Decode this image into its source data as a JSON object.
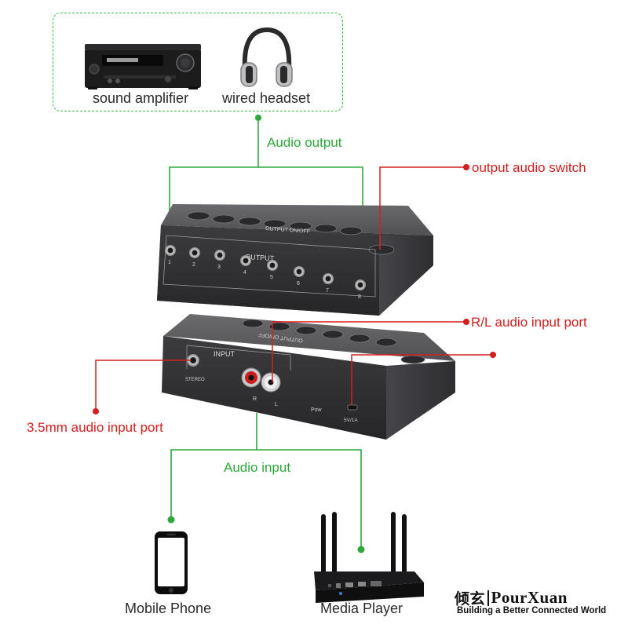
{
  "output_devices": {
    "amplifier_label": "sound amplifier",
    "headset_label": "wired headset"
  },
  "labels": {
    "audio_output": "Audio output",
    "audio_input": "Audio input",
    "output_audio_switch": "output audio switch",
    "rl_input_port": "R/L audio input port",
    "mm_input_port": "3.5mm audio input port"
  },
  "device_top": {
    "panel_label": "OUTPUT",
    "switch_label": "OUTPUT ON/OFF",
    "port_numbers": [
      "1",
      "2",
      "3",
      "4",
      "5",
      "6",
      "7",
      "8"
    ]
  },
  "device_bottom": {
    "panel_label": "INPUT",
    "stereo_label": "STEREO",
    "r_label": "R",
    "l_label": "L",
    "pow_label": "Pow",
    "power_label": "5V/1A",
    "switch_label": "OUTPUT ON/OFF"
  },
  "input_devices": {
    "phone_label": "Mobile Phone",
    "player_label": "Media Player"
  },
  "brand": {
    "chinese": "倾玄",
    "name": "PourXuan",
    "tagline": "Building a Better Connected World"
  },
  "colors": {
    "green": "#2ca83a",
    "red": "#d41f1f",
    "device_body": "#3a3a3c"
  }
}
